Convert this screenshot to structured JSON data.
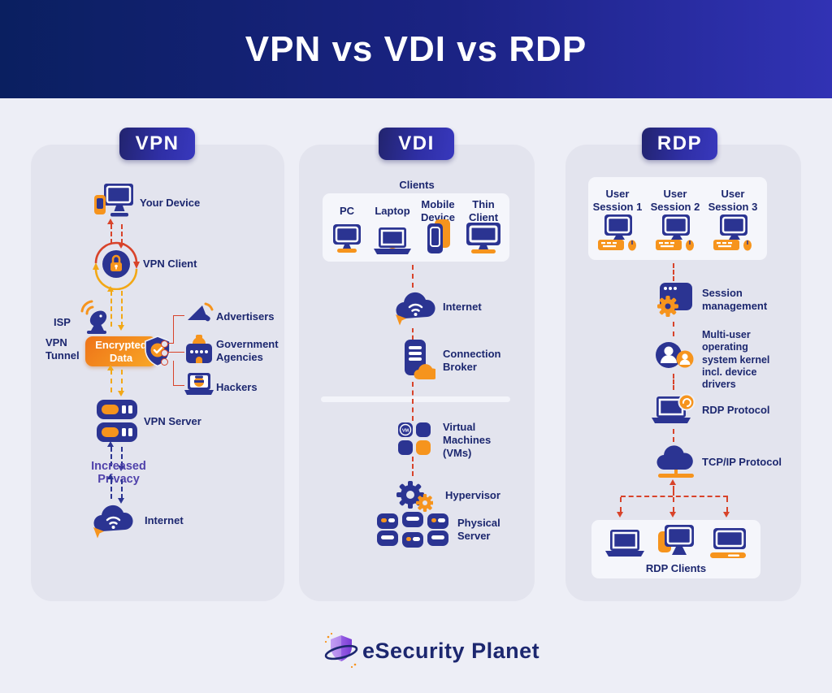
{
  "header": {
    "title": "VPN vs VDI vs RDP"
  },
  "panels": {
    "vpn": {
      "title": "VPN",
      "your_device": "Your Device",
      "vpn_client": "VPN Client",
      "isp": "ISP",
      "vpn_tunnel": "VPN Tunnel",
      "encrypted_data": "Encrypted Data",
      "advertisers": "Advertisers",
      "government_agencies": "Government Agencies",
      "hackers": "Hackers",
      "vpn_server": "VPN Server",
      "increased_privacy": "Increased Privacy",
      "internet": "Internet"
    },
    "vdi": {
      "title": "VDI",
      "clients_header": "Clients",
      "clients": [
        "PC",
        "Laptop",
        "Mobile Device",
        "Thin Client"
      ],
      "internet": "Internet",
      "connection_broker": "Connection Broker",
      "virtual_machines": "Virtual Machines (VMs)",
      "vm_badge": "VM",
      "hypervisor": "Hypervisor",
      "physical_server": "Physical Server"
    },
    "rdp": {
      "title": "RDP",
      "sessions": [
        "User Session 1",
        "User Session 2",
        "User Session 3"
      ],
      "session_management": "Session management",
      "multi_user_kernel": "Multi-user operating system kernel incl. device drivers",
      "rdp_protocol": "RDP Protocol",
      "tcpip_protocol": "TCP/IP Protocol",
      "rdp_clients": "RDP Clients"
    }
  },
  "footer": {
    "brand": "eSecurity Planet"
  },
  "colors": {
    "header_gradient_start": "#0a1f60",
    "header_gradient_end": "#3132b4",
    "panel_bg": "#e3e4ee",
    "page_bg": "#edeef6",
    "pill_blue": "#2c2f9e",
    "icon_navy": "#2b3492",
    "accent_orange": "#f6941d",
    "accent_orange_light": "#fbb040",
    "dash_red": "#d8432a",
    "dash_yellow": "#f2a816",
    "text_navy": "#1c276f",
    "privacy_text": "#5042ab",
    "brand_purple": "#8a4fe0"
  }
}
